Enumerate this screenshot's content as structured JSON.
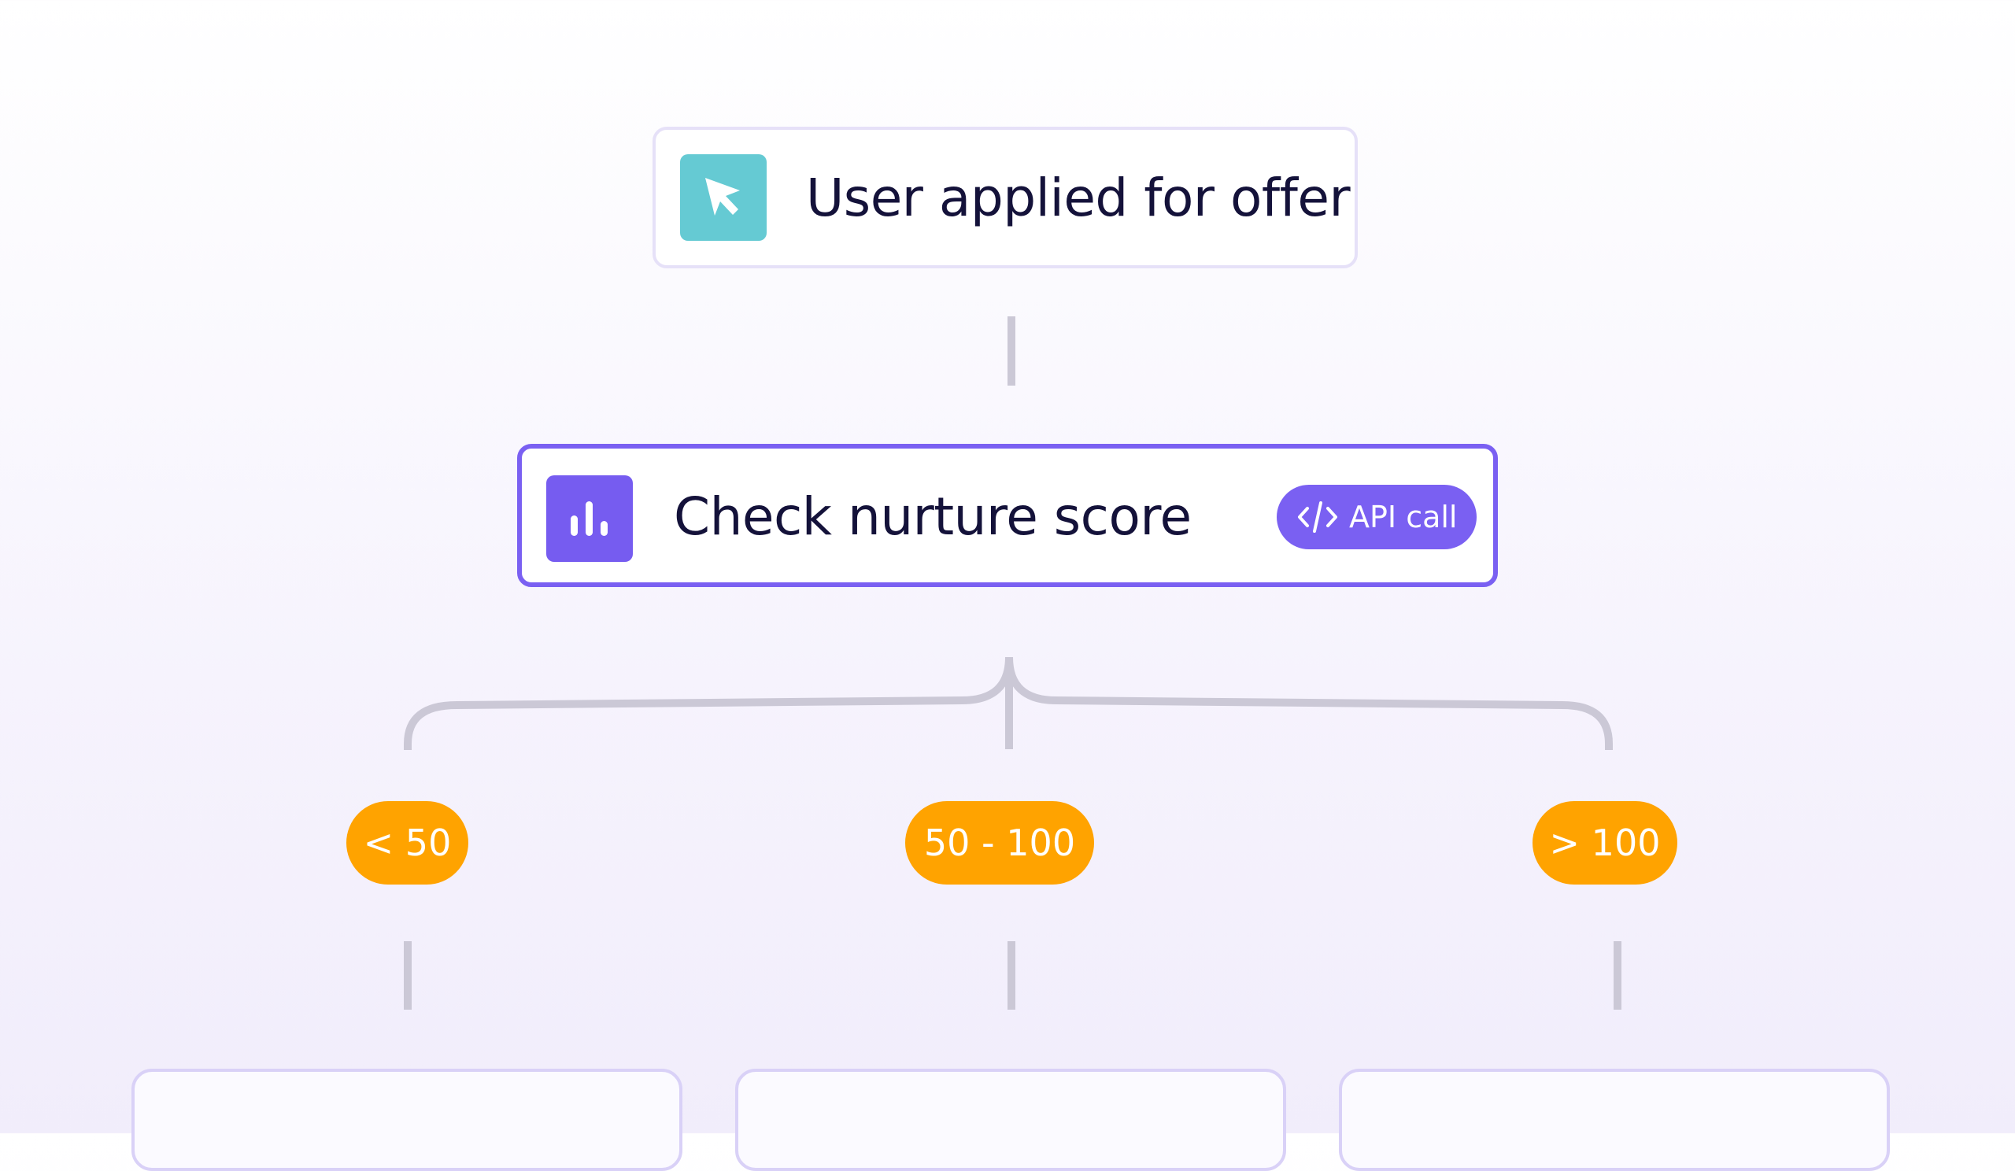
{
  "nodes": {
    "trigger": {
      "title": "User applied for offer",
      "icon": "cursor-click-icon",
      "icon_color": "#65cad3"
    },
    "check": {
      "title": "Check nurture score",
      "icon": "bar-chart-icon",
      "icon_color": "#765cf0",
      "border_color": "#7a60f2",
      "badge": {
        "label": "API call",
        "icon": "code-icon"
      }
    }
  },
  "branches": [
    {
      "label": "< 50"
    },
    {
      "label": "50 - 100"
    },
    {
      "label": "> 100"
    }
  ],
  "colors": {
    "branch_pill": "#ffa300",
    "connector": "#cbc8d6",
    "child_border": "#d9d1f7"
  }
}
